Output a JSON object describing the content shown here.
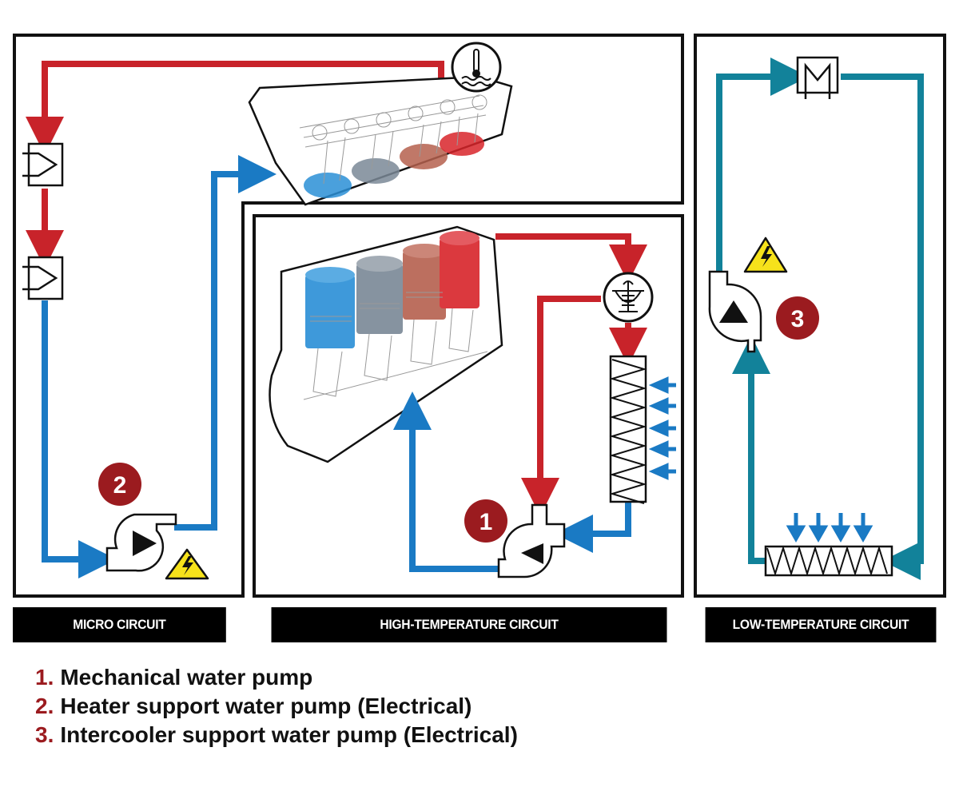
{
  "colors": {
    "hot_pipe": "#c8232a",
    "cold_pipe": "#1a7ac4",
    "low_temp_pipe": "#12829a",
    "badge": "#9b1b1f",
    "warning_yellow": "#f6e21b",
    "frame": "#111111"
  },
  "circuits": [
    {
      "id": "micro",
      "label": "MICRO CIRCUIT"
    },
    {
      "id": "high",
      "label": "HIGH-TEMPERATURE CIRCUIT"
    },
    {
      "id": "low",
      "label": "LOW-TEMPERATURE CIRCUIT"
    }
  ],
  "badges": {
    "pump1": "1",
    "pump2": "2",
    "pump3": "3"
  },
  "icons": {
    "coolant_temp_sensor": "coolant-temperature-icon",
    "thermostat": "thermostat-icon",
    "electrical_warning": "high-voltage-warning-icon",
    "heat_exchanger": "heat-exchanger-icon",
    "radiator": "radiator-icon"
  },
  "legend": [
    {
      "num": "1.",
      "text": "Mechanical water pump"
    },
    {
      "num": "2.",
      "text": "Heater support water pump (Electrical)"
    },
    {
      "num": "3.",
      "text": "Intercooler support water pump (Electrical)"
    }
  ]
}
